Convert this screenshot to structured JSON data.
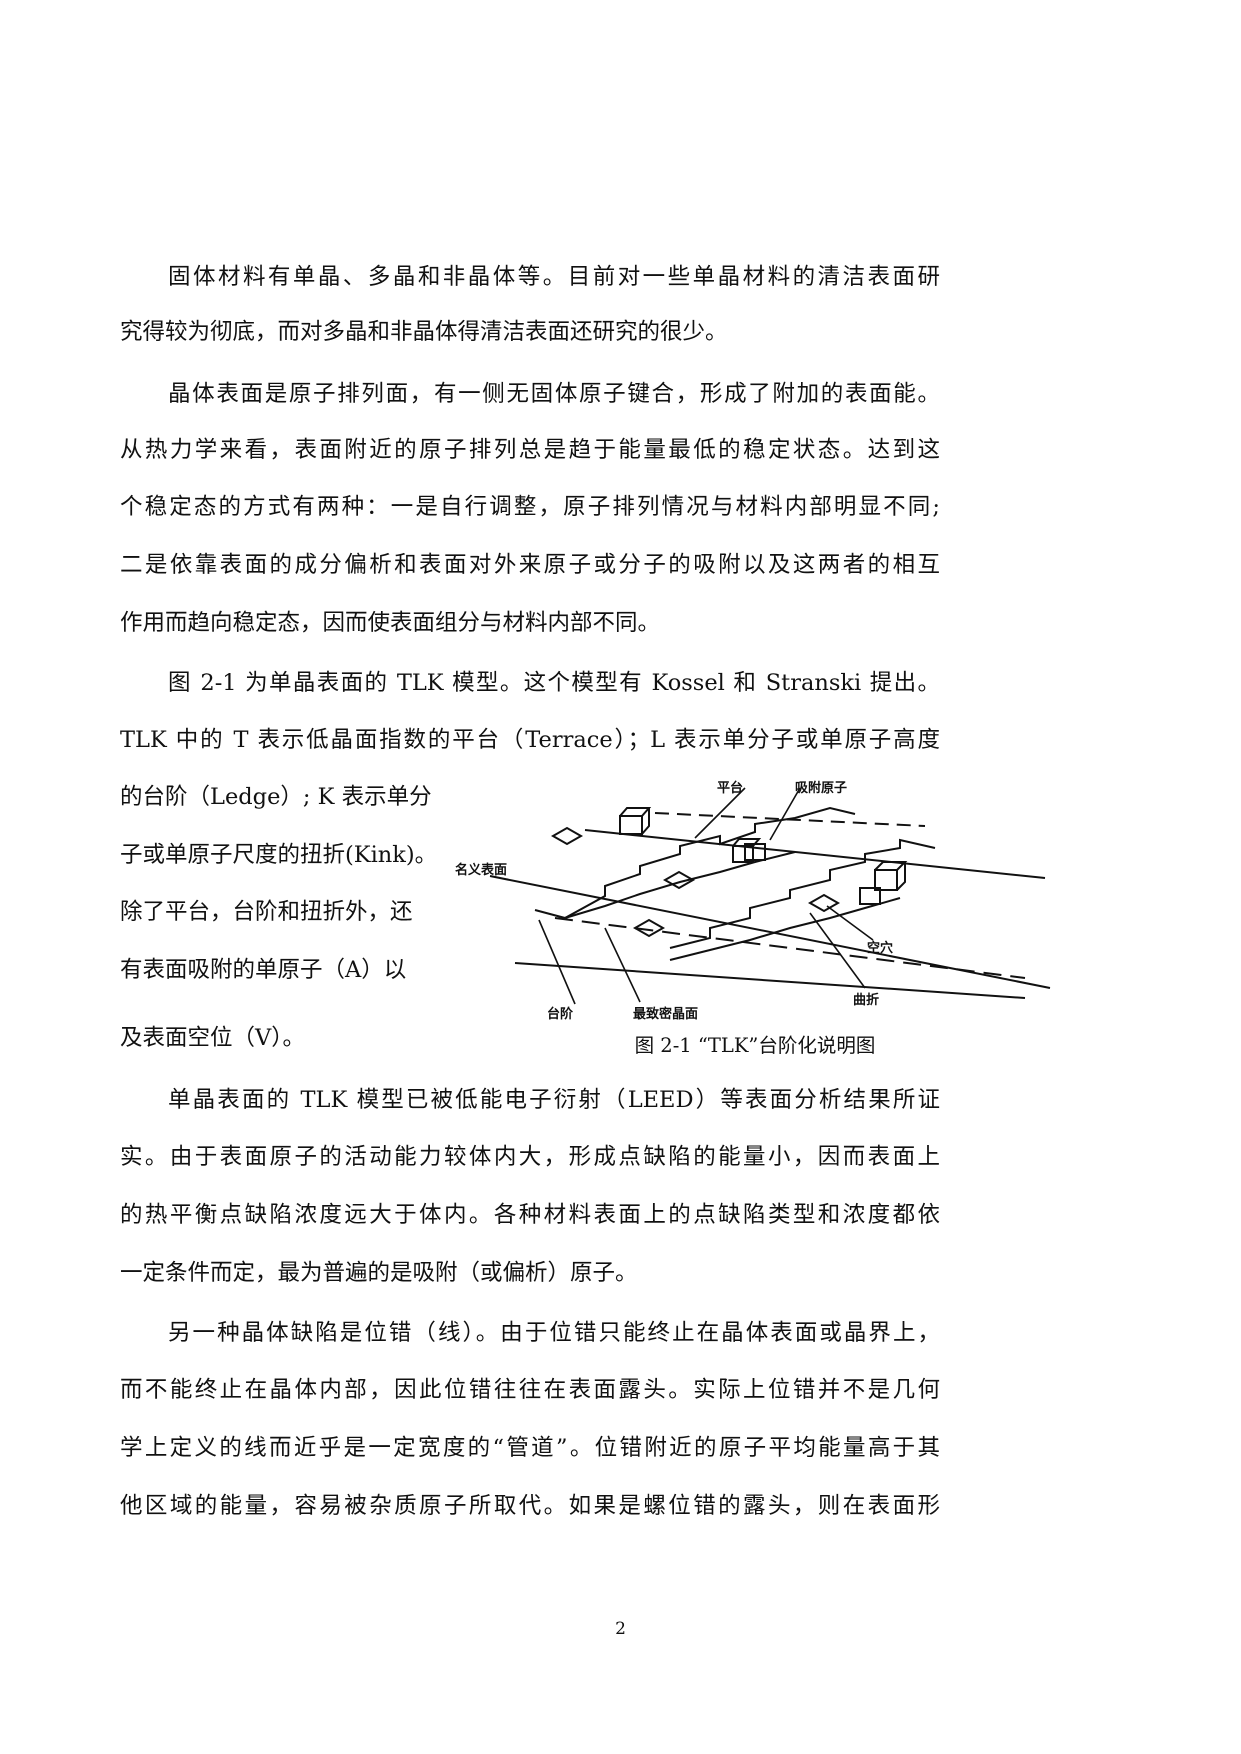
{
  "paragraph1": {
    "lines": [
      "固体材料有单晶、多晶和非晶体等。目前对一些单晶材料的清洁表面研",
      "究得较为彻底，而对多晶和非晶体得清洁表面还研究的很少。"
    ]
  },
  "paragraph2": {
    "lines": [
      "晶体表面是原子排列面，有一侧无固体原子键合，形成了附加的表面能。",
      "从热力学来看，表面附近的原子排列总是趋于能量最低的稳定状态。达到这",
      "个稳定态的方式有两种：一是自行调整，原子排列情况与材料内部明显不同;",
      "二是依靠表面的成分偏析和表面对外来原子或分子的吸附以及这两者的相互",
      "作用而趋向稳定态，因而使表面组分与材料内部不同。"
    ]
  },
  "paragraph3": {
    "lines": [
      "图 2-1 为单晶表面的 TLK 模型。这个模型有 Kossel 和 Stranski 提出。",
      "TLK 中的 T 表示低晶面指数的平台（Terrace）；L 表示单分子或单原子高度"
    ],
    "wrap_lines": [
      "的台阶（Ledge）; K 表示单分",
      "子或单原子尺度的扭折(Kink)。",
      "除了平台，台阶和扭折外，还",
      "有表面吸附的单原子（A）以",
      "及表面空位（V）。"
    ]
  },
  "figure": {
    "labels": {
      "terrace": "平台",
      "adatom": "吸附原子",
      "nominal_surface": "名义表面",
      "vacancy": "空穴",
      "ledge": "台阶",
      "close_packed": "最致密晶面",
      "kink": "曲折"
    },
    "caption": "图 2-1 “TLK”台阶化说明图"
  },
  "paragraph4": {
    "lines": [
      "单晶表面的 TLK 模型已被低能电子衍射（LEED）等表面分析结果所证",
      "实。由于表面原子的活动能力较体内大，形成点缺陷的能量小，因而表面上",
      "的热平衡点缺陷浓度远大于体内。各种材料表面上的点缺陷类型和浓度都依",
      "一定条件而定，最为普遍的是吸附（或偏析）原子。"
    ]
  },
  "paragraph5": {
    "lines": [
      "另一种晶体缺陷是位错（线）。由于位错只能终止在晶体表面或晶界上，",
      "而不能终止在晶体内部，因此位错往往在表面露头。实际上位错并不是几何",
      "学上定义的线而近乎是一定宽度的“管道”。位错附近的原子平均能量高于其",
      "他区域的能量，容易被杂质原子所取代。如果是螺位错的露头，则在表面形"
    ]
  },
  "page_number": "2"
}
